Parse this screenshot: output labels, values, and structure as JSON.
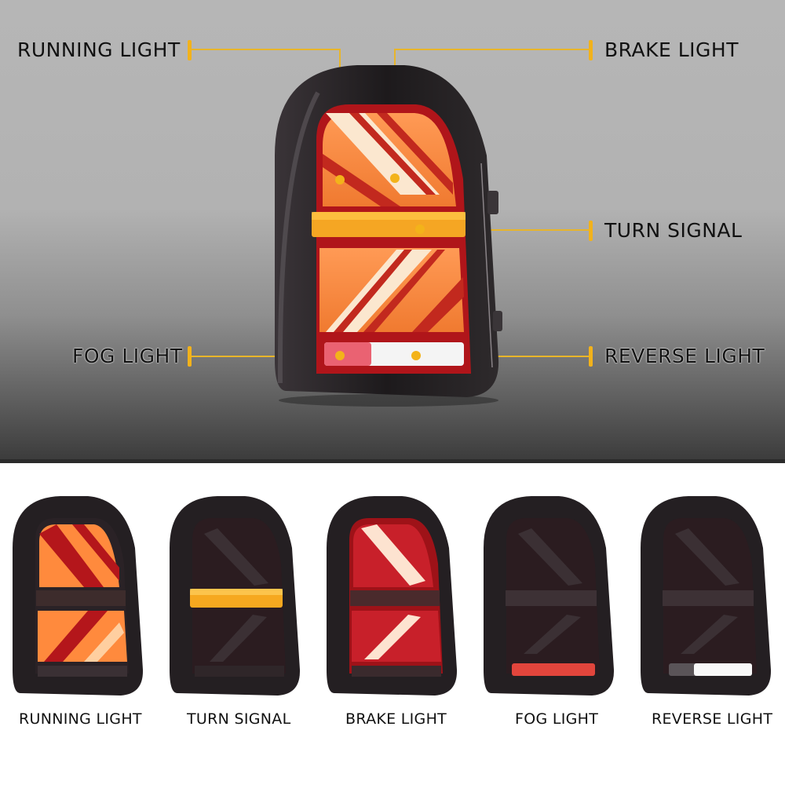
{
  "hero": {
    "callouts": {
      "running_light": "RUNNING LIGHT",
      "brake_light": "BRAKE LIGHT",
      "turn_signal": "TURN SIGNAL",
      "fog_light": "FOG LIGHT",
      "reverse_light": "REVERSE LIGHT"
    },
    "colors": {
      "callout_accent": "#f2b21b",
      "background_top": "#b6b6b6",
      "background_bottom": "#3a3a3a"
    }
  },
  "thumbnails": [
    {
      "caption": "RUNNING LIGHT",
      "active": "running"
    },
    {
      "caption": "TURN SIGNAL",
      "active": "turn"
    },
    {
      "caption": "BRAKE LIGHT",
      "active": "brake"
    },
    {
      "caption": "FOG LIGHT",
      "active": "fog"
    },
    {
      "caption": "REVERSE LIGHT",
      "active": "reverse"
    }
  ]
}
